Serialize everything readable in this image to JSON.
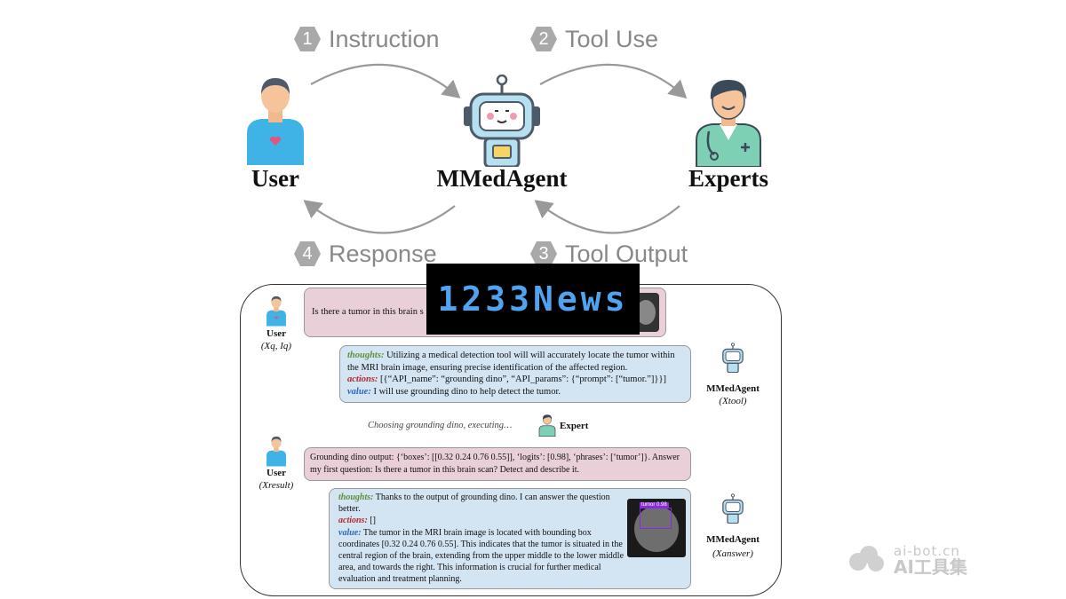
{
  "steps": {
    "s1": {
      "num": "1",
      "label": "Instruction"
    },
    "s2": {
      "num": "2",
      "label": "Tool Use"
    },
    "s3": {
      "num": "3",
      "label": "Tool Output"
    },
    "s4": {
      "num": "4",
      "label": "Response"
    }
  },
  "actors": {
    "user": "User",
    "agent": "MMedAgent",
    "experts": "Experts"
  },
  "dialog": {
    "q1": {
      "who": "User",
      "sub": "(Xq, Iq)",
      "text": "Is there a tumor in this brain s"
    },
    "a1": {
      "thoughts_key": "thoughts:",
      "thoughts": " Utilizing a medical detection tool will will accurately locate the tumor within the MRI brain image, ensuring precise identification of the affected region.",
      "actions_key": "actions:",
      "actions": " [{“API_name”: “grounding dino”, “API_params”: {“prompt”: [“tumor.”]}}]",
      "value_key": "value:",
      "value": " I will use grounding dino to help detect the tumor.",
      "who": "MMedAgent",
      "sub": "(Xtool)"
    },
    "exec": {
      "text": "Choosing grounding dino, executing…",
      "who": "Expert"
    },
    "q2": {
      "who": "User",
      "sub": "(Xresult)",
      "text": "Grounding dino output: {‘boxes’: [[0.32 0.24 0.76 0.55]], ‘logits’: [0.98], ‘phrases’: [‘tumor’]}. Answer my first question: Is there a tumor in this brain scan? Detect and describe it."
    },
    "a2": {
      "thoughts_key": "thoughts:",
      "thoughts": " Thanks to the output of grounding dino. I can answer the question better.",
      "actions_key": "actions:",
      "actions": " []",
      "value_key": "value:",
      "value": " The tumor in the MRI brain image is located with bounding box coordinates [0.32 0.24 0.76 0.55]. This indicates that the tumor is situated in the central region of the brain, extending from the upper middle to the lower middle area, and towards the right. This information is crucial for further medical evaluation and treatment planning.",
      "who": "MMedAgent",
      "sub": "(Xanswer)",
      "box_label": "tumor 0.98"
    }
  },
  "overlay": {
    "banner": "1233News"
  },
  "watermark": {
    "domain": "ai-bot.cn",
    "name": "AI工具集"
  },
  "colors": {
    "thoughts": "#5e8f3a",
    "actions": "#b22a2a",
    "value": "#2f67b8",
    "pink_bubble": "#e9cfd8",
    "blue_bubble": "#d3e4f2"
  }
}
